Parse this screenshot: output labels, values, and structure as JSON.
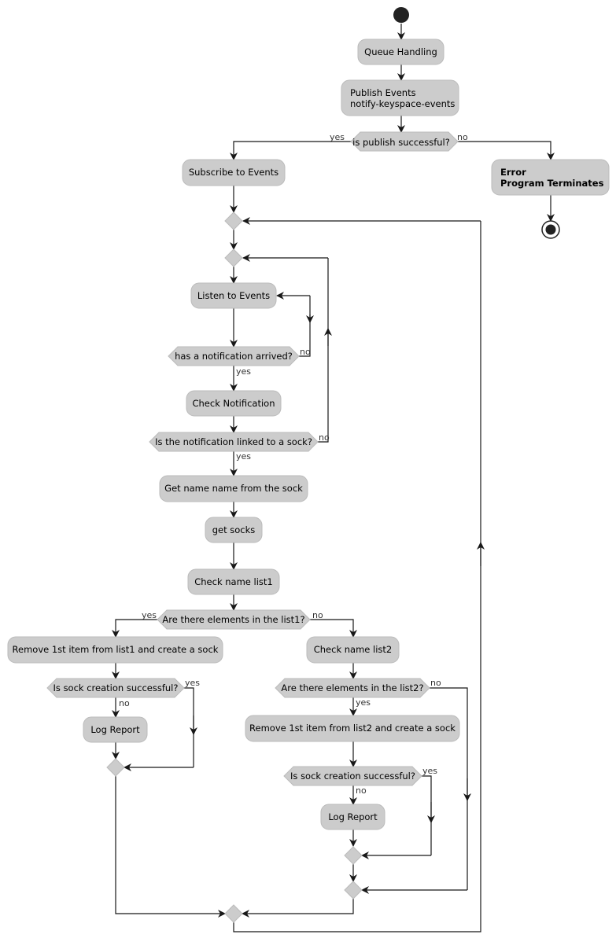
{
  "colors": {
    "node_fill": "#cccccc",
    "node_stroke": "#bbbbbb",
    "line": "#181818",
    "terminal": "#222222"
  },
  "actions": {
    "queue_handling": "Queue Handling",
    "publish_events_1": "Publish Events",
    "publish_events_2": "notify-keyspace-events",
    "subscribe": "Subscribe to Events",
    "error_1": "Error",
    "error_2": "Program Terminates",
    "listen": "Listen to Events",
    "check_notification": "Check Notification",
    "get_name": "Get name name from the sock",
    "get_socks": "get socks",
    "check_list1": "Check name list1",
    "remove_list1": "Remove 1st item from list1 and create a sock",
    "log_report_1": "Log Report",
    "check_list2": "Check name list2",
    "remove_list2": "Remove 1st item from list2 and create a sock",
    "log_report_2": "Log Report"
  },
  "decisions": {
    "publish_ok": "is publish successful?",
    "notification_arrived": "has a notification arrived?",
    "linked_to_sock": "Is the notification linked to a sock?",
    "elements_list1": "Are there elements in the list1?",
    "sock_ok_1": "Is sock creation successful?",
    "elements_list2": "Are there elements in the list2?",
    "sock_ok_2": "Is sock creation successful?"
  },
  "branch_labels": {
    "yes": "yes",
    "no": "no"
  }
}
